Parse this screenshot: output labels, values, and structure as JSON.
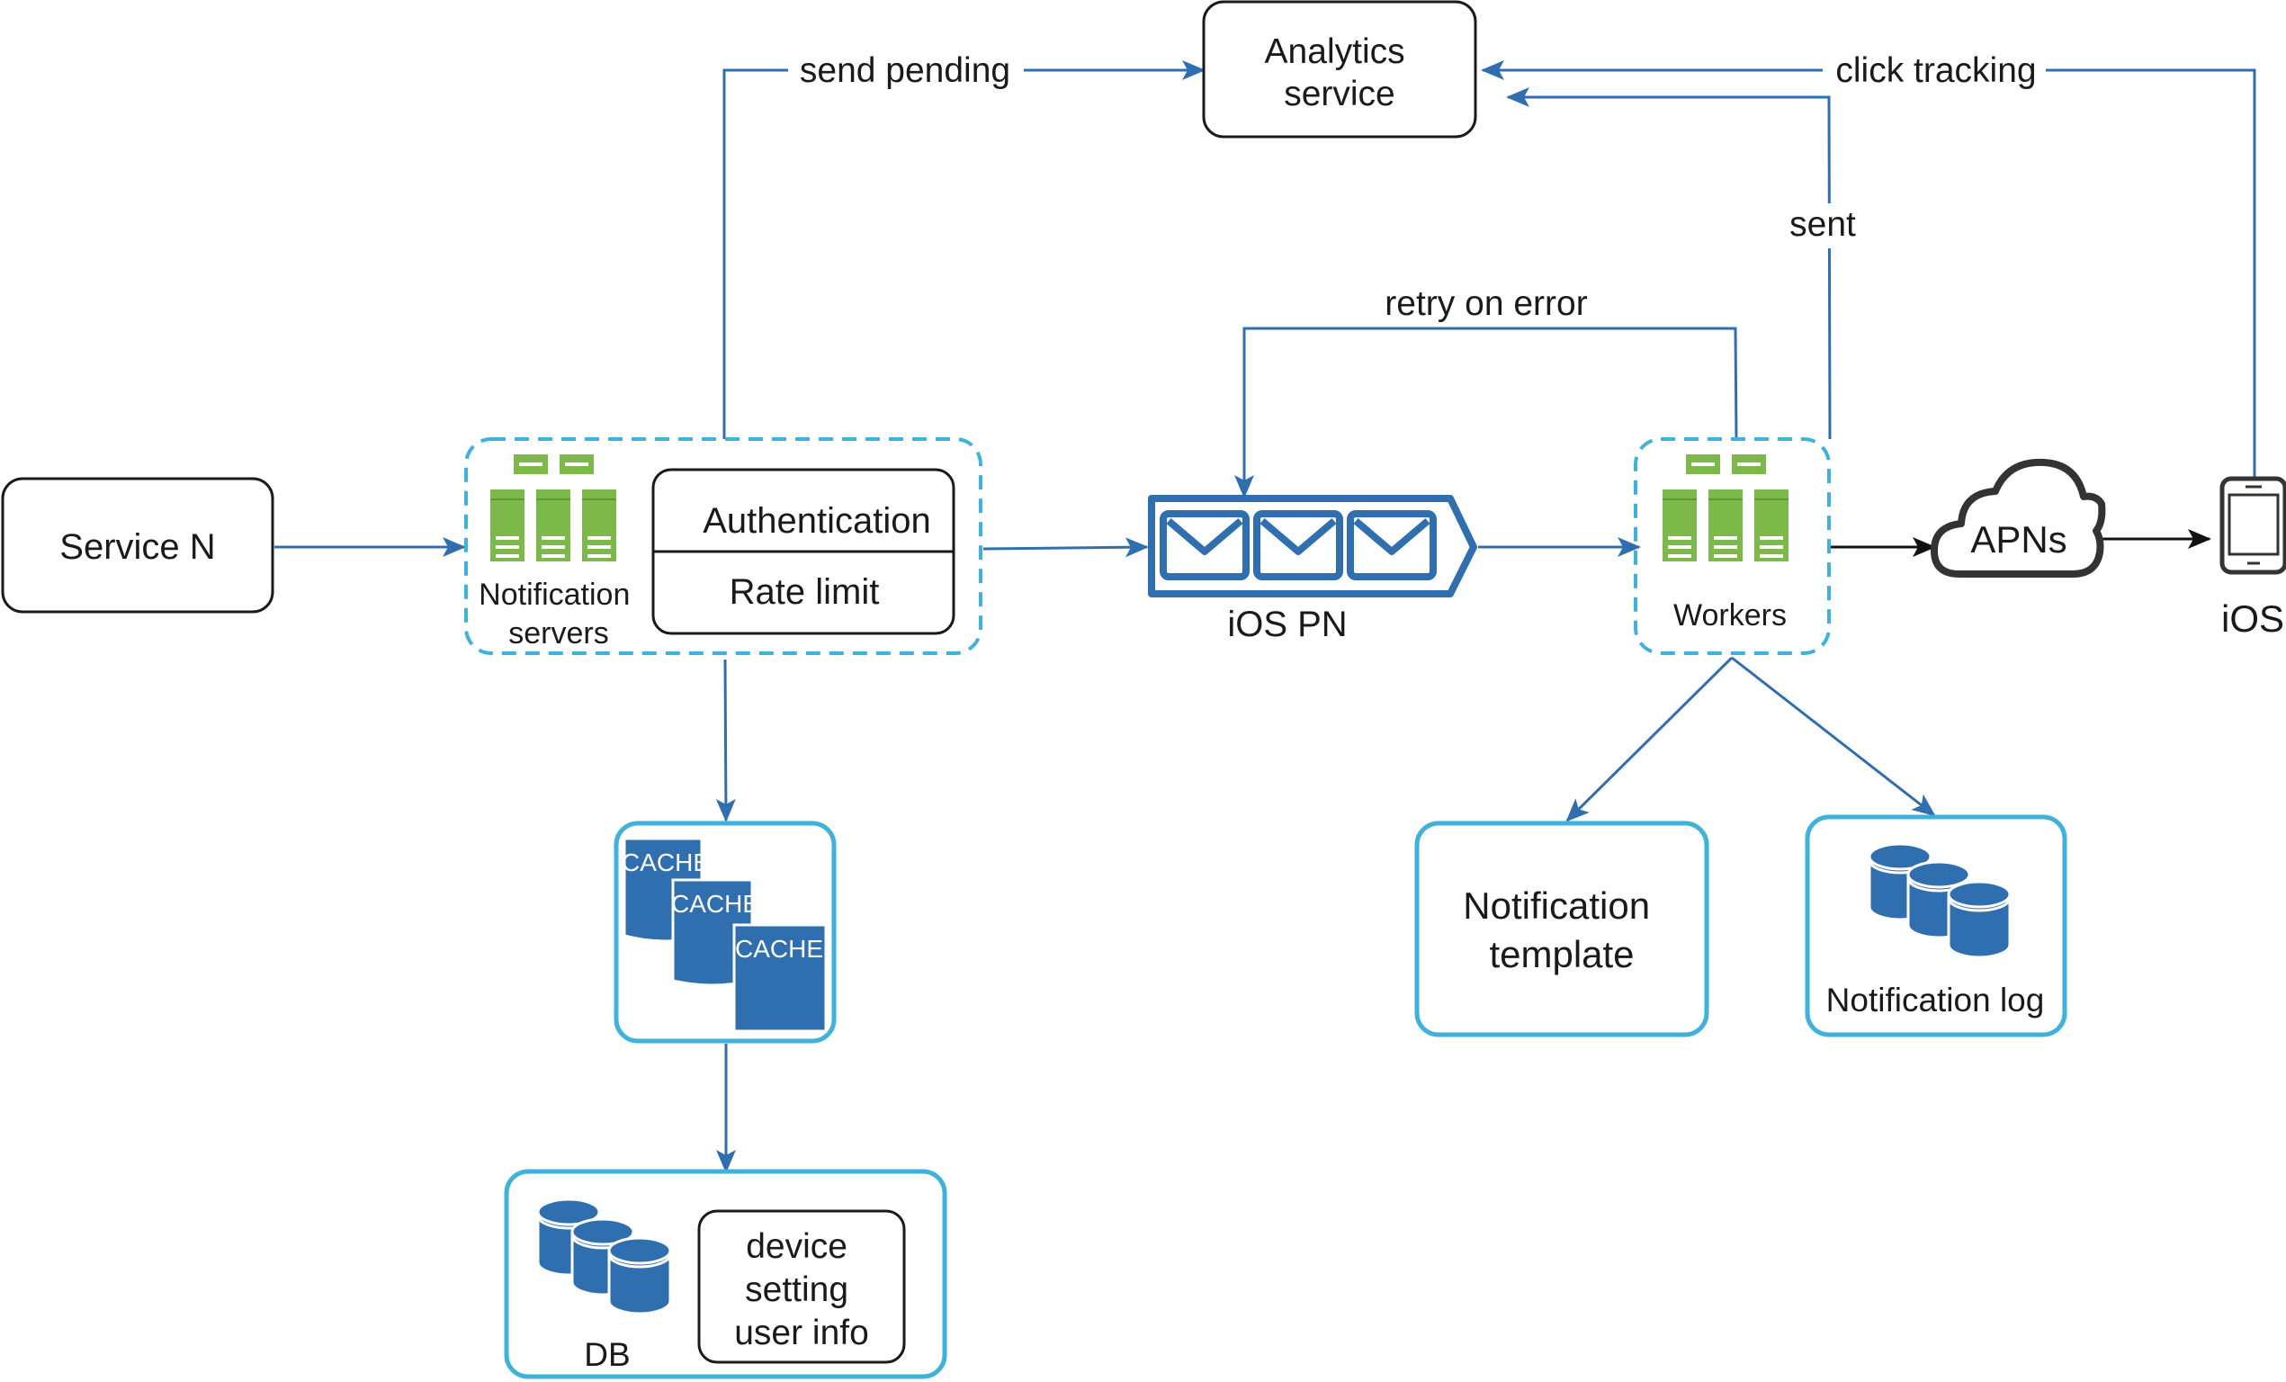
{
  "nodes": {
    "service_n": "Service N",
    "notification_servers": "Notification\nservers",
    "authentication": "Authentication",
    "rate_limit": "Rate limit",
    "cache_labels": [
      "CACHE",
      "CACHE",
      "CACHE"
    ],
    "db": "DB",
    "db_note": "device\nsetting\nuser info",
    "analytics": "Analytics\nservice",
    "ios_pn": "iOS PN",
    "workers": "Workers",
    "apns": "APNs",
    "ios": "iOS",
    "notification_template": "Notification\ntemplate",
    "notification_log": "Notification log"
  },
  "edges": {
    "send_pending": "send pending",
    "retry_on_error": "retry on error",
    "sent": "sent",
    "click_tracking": "click tracking"
  },
  "colors": {
    "server_green": "#7cb84a",
    "db_blue": "#2f6fb0",
    "arrow_blue": "#2f6fb0",
    "outline_cyan": "#3fb2dc"
  },
  "icons": [
    "server-rack-icon",
    "cache-stack-icon",
    "database-icon",
    "message-queue-icon",
    "cloud-icon",
    "mobile-phone-icon"
  ]
}
